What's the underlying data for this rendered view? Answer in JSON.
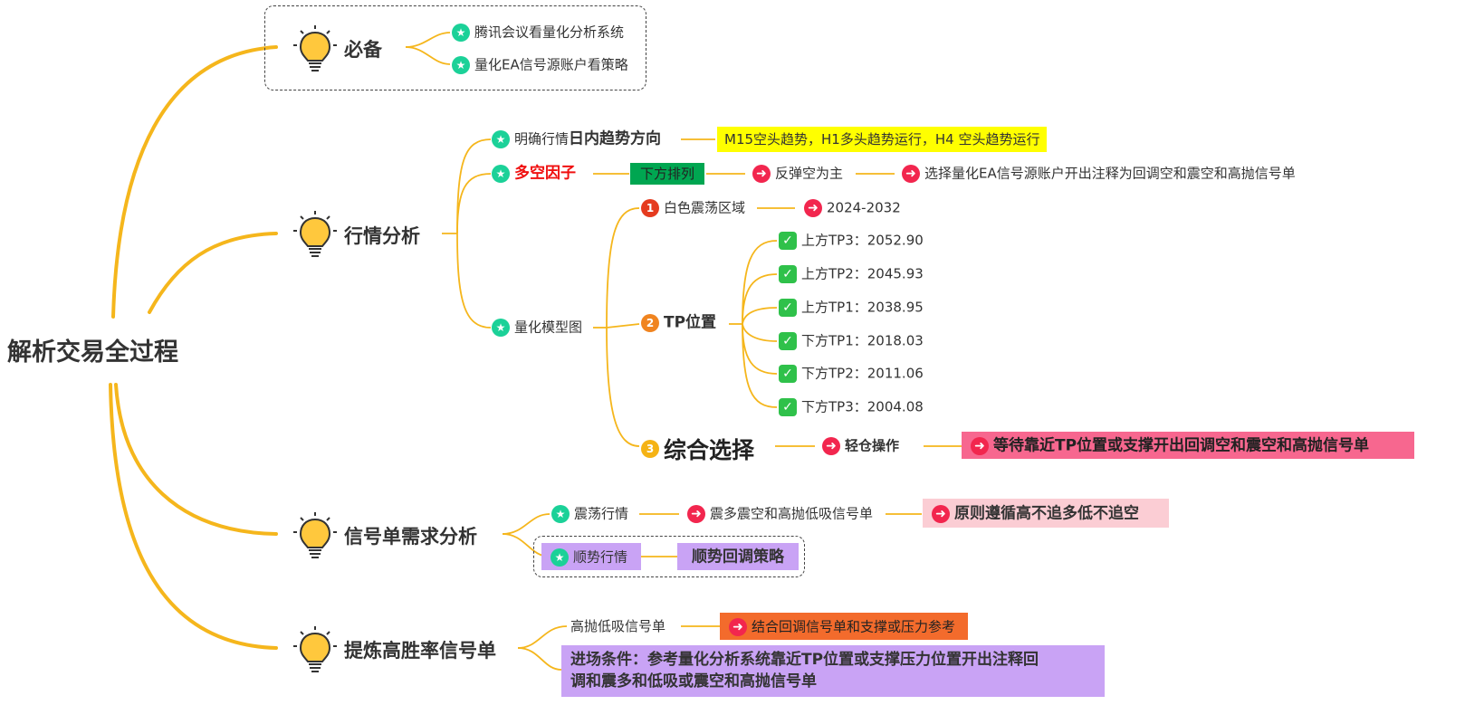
{
  "root": "解析交易全过程",
  "colors": {
    "branch": "#F5B61C",
    "yellow": "#FFFF00",
    "green": "#00A651",
    "pink": "#F7678F",
    "lightpink": "#FBCDD4",
    "purple": "#C9A3F5",
    "orange": "#F36B2C"
  },
  "bibei": {
    "title": "必备",
    "items": [
      "腾讯会议看量化分析系统",
      "量化EA信号源账户看策略"
    ]
  },
  "market": {
    "title": "行情分析",
    "trend": {
      "prefix": "明确行情",
      "bold": "日内趋势方向",
      "note": "M15空头趋势，H1多头趋势运行，H4 空头趋势运行"
    },
    "factor": {
      "label": "多空因子",
      "tag": "下方排列",
      "step1": "反弹空为主",
      "step2": "选择量化EA信号源账户开出注释为回调空和震空和高抛信号单"
    },
    "model": {
      "label": "量化模型图",
      "zone": {
        "num": "1",
        "label": "白色震荡区域",
        "value": "2024-2032"
      },
      "tp": {
        "num": "2",
        "label": "TP位置",
        "levels": [
          "上方TP3：2052.90",
          "上方TP2：2045.93",
          "上方TP1：2038.95",
          "下方TP1：2018.03",
          "下方TP2：2011.06",
          "下方TP3：2004.08"
        ]
      },
      "combo": {
        "num": "3",
        "label": "综合选择",
        "step": "轻仓操作",
        "result": "等待靠近TP位置或支撑开出回调空和震空和高抛信号单"
      }
    }
  },
  "signal": {
    "title": "信号单需求分析",
    "range": {
      "label": "震荡行情",
      "step": "震多震空和高抛低吸信号单",
      "result": "原则遵循高不追多低不追空"
    },
    "trend": {
      "label": "顺势行情",
      "result": "顺势回调策略"
    }
  },
  "refine": {
    "title": "提炼高胜率信号单",
    "item": "高抛低吸信号单",
    "note": "结合回调信号单和支撑或压力参考",
    "entry_line1": "进场条件：参考量化分析系统靠近TP位置或支撑压力位置开出注释回",
    "entry_line2": "调和震多和低吸或震空和高抛信号单"
  }
}
